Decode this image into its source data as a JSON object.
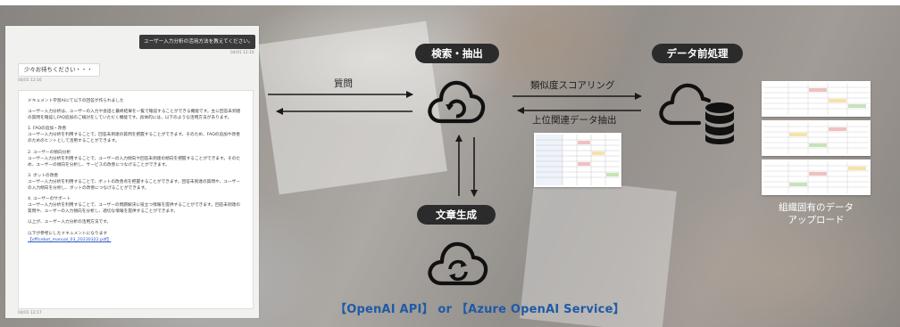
{
  "chat": {
    "user_question": "ユーザー入力分析の活用方法を教えてください。",
    "user_time": "04/01 12:16",
    "wait_message": "少々お待ちください・・・",
    "wait_time": "04/01 12:16",
    "answer_paragraphs": [
      "ドキュメント学習AIにて以下の回答が作られました",
      "ユーザー入力分析は、ユーザーの入力や会話と最終結果を一覧で確認することができる機能です。主に回答未到達の質問を確認しFAQ追加のご検討をしていただく機能です。具体的には、以下のような活用方法があります。",
      "1. FAQの追加・改善\nユーザー入力分析を利用することで、回答未到達の質問を把握することができます。そのため、FAQの追加や改善のためのヒントとして活用することができます。",
      "2. ユーザーの傾向分析\nユーザー入力分析を利用することで、ユーザーの入力傾向や回答未到達の傾向を把握することができます。そのため、ユーザーの傾向を分析し、サービスの改善につなげることができます。",
      "3. ボットの改善\nユーザー入力分析を利用することで、ボットの改善点を把握することができます。回答未到達の質問や、ユーザーの入力傾向を分析し、ボットの改善につなげることができます。",
      "4. ユーザーのサポート\nユーザー入力分析を利用することで、ユーザーの問題解決に役立つ情報を提供することができます。回答未到達の質問や、ユーザーの入力傾向を分析し、適切な情報を提供することができます。",
      "以上が、ユーザー入力分析の活用方法です。"
    ],
    "reference_label": "以下が参考にしたドキュメントになります",
    "reference_link": "【officebot_manual_03_20230322.pdf】",
    "answer_time": "04/01 12:17"
  },
  "diagram": {
    "node_search": "検索・抽出",
    "node_preprocess": "データ前処理",
    "node_generate": "文章生成",
    "label_question": "質問",
    "label_similarity": "類似度スコアリング",
    "label_extract": "上位関連データ抽出",
    "label_upload_line1": "組織固有のデータ",
    "label_upload_line2": "アップロード",
    "footer": "【OpenAI API】 or 【Azure OpenAI Service】"
  },
  "icons": {
    "search_node": "cloud-refresh-icon",
    "preprocess_node": "cloud-database-icon",
    "generate_node": "cloud-sync-icon"
  }
}
